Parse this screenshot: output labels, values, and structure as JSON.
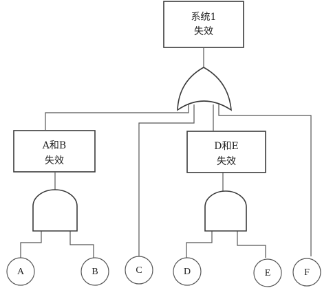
{
  "top_event": {
    "line1": "系统1",
    "line2": "失效"
  },
  "intermediate_events": [
    {
      "line1": "A和B",
      "line2": "失效"
    },
    {
      "line1": "D和E",
      "line2": "失效"
    }
  ],
  "basic_events": [
    "A",
    "B",
    "C",
    "D",
    "E",
    "F"
  ],
  "gates": {
    "top": "or",
    "left": "and",
    "right": "and"
  }
}
